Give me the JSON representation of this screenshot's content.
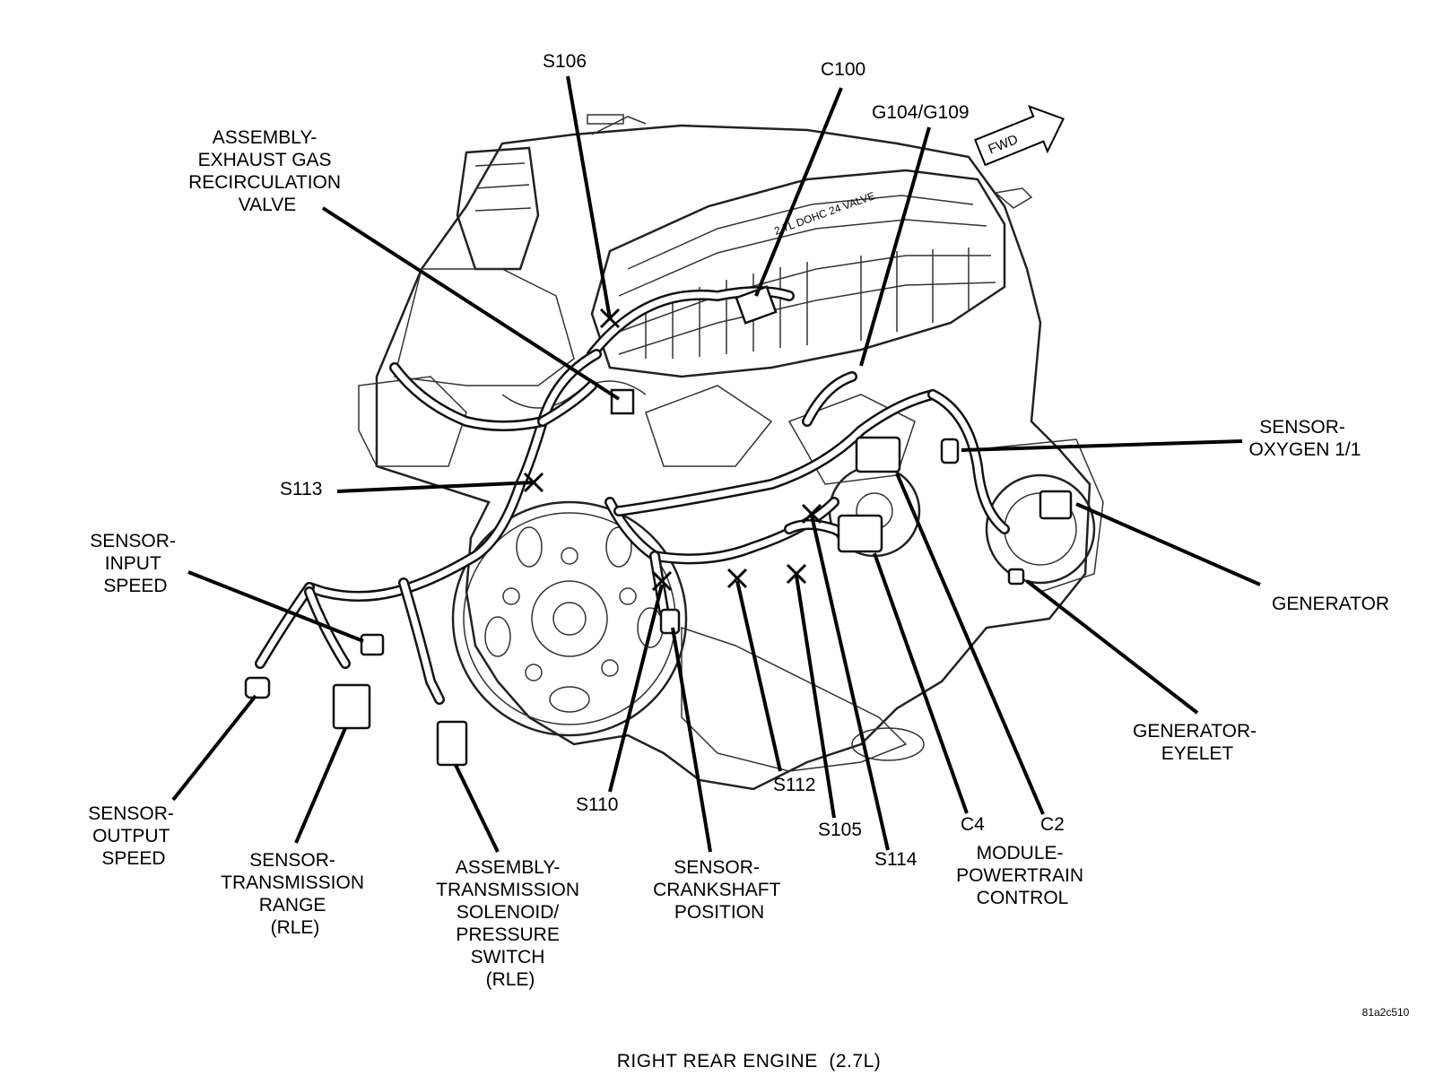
{
  "labels": {
    "s106": "S106",
    "c100": "C100",
    "g104_g109": "G104/G109",
    "fwd": "FWD",
    "egr_valve": [
      "ASSEMBLY-",
      "EXHAUST GAS",
      "RECIRCULATION",
      "VALVE"
    ],
    "s113": "S113",
    "sensor_oxygen": [
      "SENSOR-",
      "OXYGEN 1/1"
    ],
    "generator": "GENERATOR",
    "generator_eyelet": [
      "GENERATOR-",
      "EYELET"
    ],
    "sensor_input_speed": [
      "SENSOR-",
      "INPUT",
      "SPEED"
    ],
    "sensor_output_speed": [
      "SENSOR-",
      "OUTPUT",
      "SPEED"
    ],
    "sensor_trans_range": [
      "SENSOR-",
      "TRANSMISSION",
      "RANGE",
      "(RLE)"
    ],
    "trans_solenoid": [
      "ASSEMBLY-",
      "TRANSMISSION",
      "SOLENOID/",
      "PRESSURE",
      "SWITCH",
      "(RLE)"
    ],
    "s110": "S110",
    "sensor_crankshaft": [
      "SENSOR-",
      "CRANKSHAFT",
      "POSITION"
    ],
    "s112": "S112",
    "s105": "S105",
    "s114": "S114",
    "c4": "C4",
    "c2": "C2",
    "pcm": [
      "MODULE-",
      "POWERTRAIN",
      "CONTROL"
    ],
    "engine_badge": "2.7L DOHC 24 VALVE",
    "figure_id": "81a2c510",
    "caption": "RIGHT REAR ENGINE  (2.7L)"
  }
}
